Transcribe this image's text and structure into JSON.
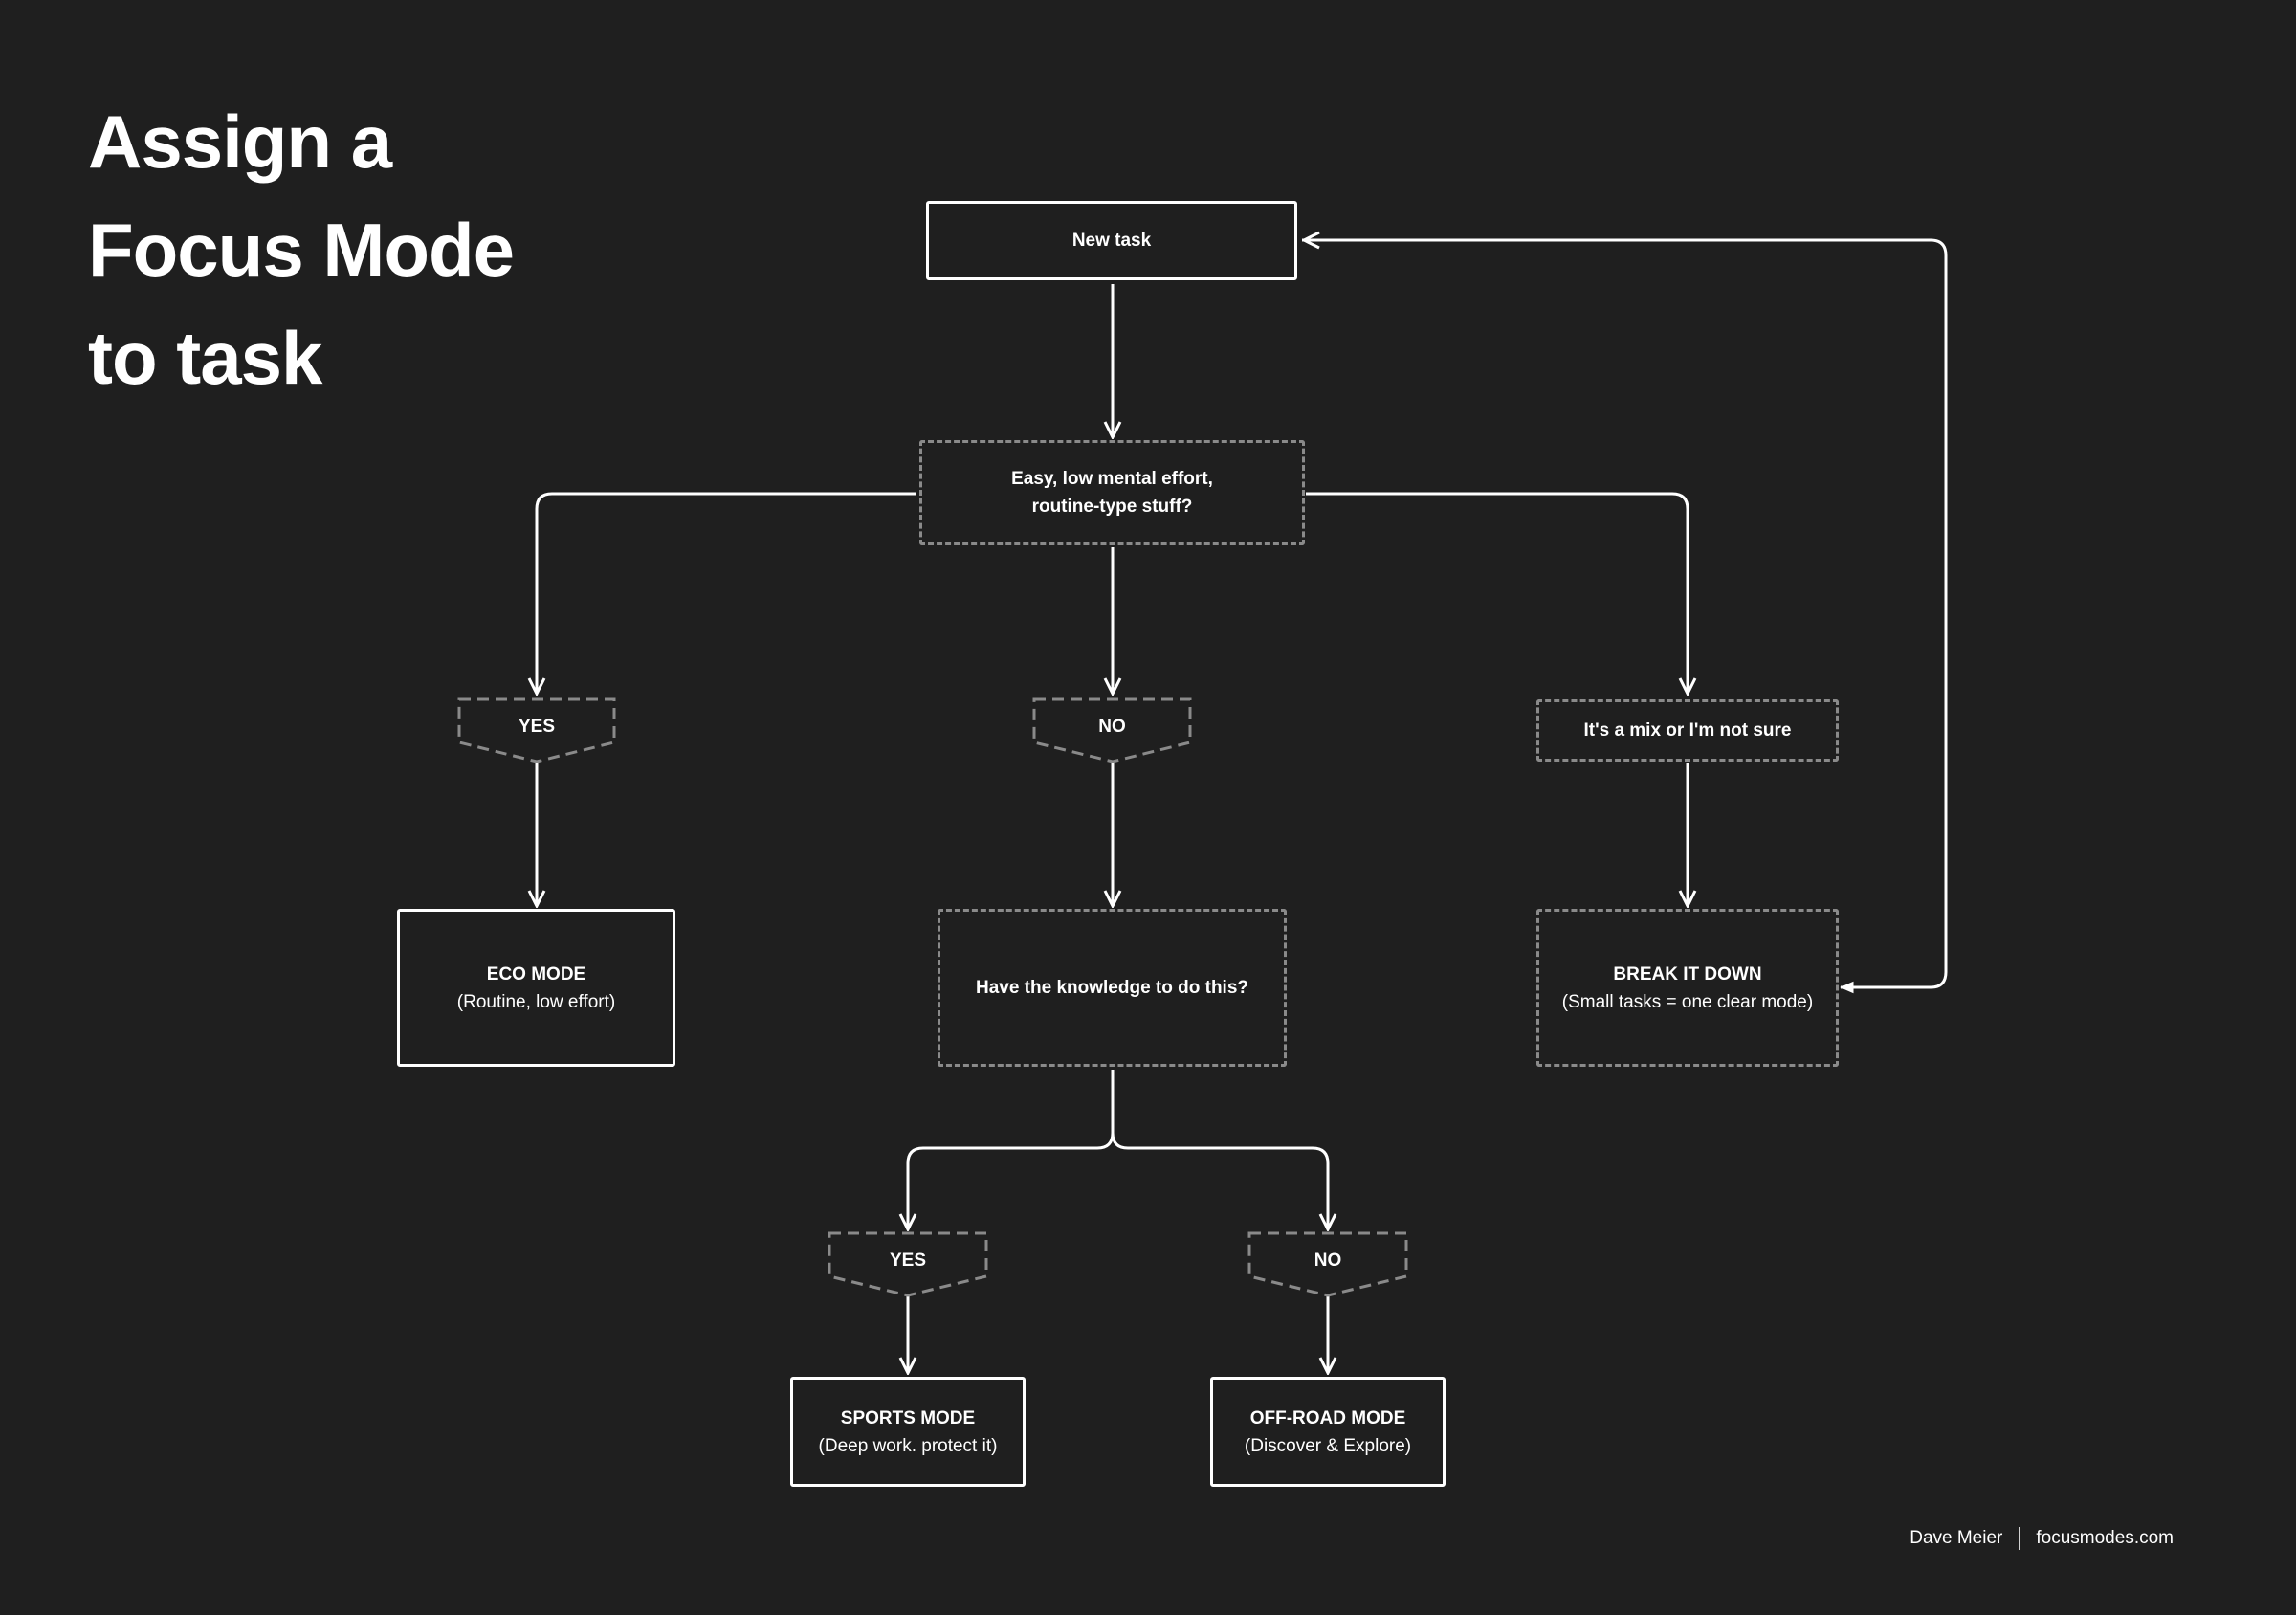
{
  "title": {
    "line1": "Assign a",
    "line2": "Focus Mode",
    "line3": "to task"
  },
  "nodes": {
    "new_task": "New task",
    "question1_line1": "Easy, low mental effort,",
    "question1_line2": "routine-type stuff?",
    "yes1": "YES",
    "no1": "NO",
    "mix": "It's a mix or I'm not sure",
    "eco_title": "ECO MODE",
    "eco_sub": "(Routine, low effort)",
    "question2": "Have the knowledge to do this?",
    "break_title": "BREAK IT DOWN",
    "break_sub": "(Small tasks = one clear mode)",
    "yes2": "YES",
    "no2": "NO",
    "sports_title": "SPORTS MODE",
    "sports_sub": "(Deep work. protect it)",
    "offroad_title": "OFF-ROAD MODE",
    "offroad_sub": "(Discover & Explore)"
  },
  "footer": {
    "author": "Dave Meier",
    "site": "focusmodes.com"
  },
  "colors": {
    "background": "#1f1f1f",
    "line": "#ffffff",
    "dashed_border": "#8a8a8a"
  }
}
